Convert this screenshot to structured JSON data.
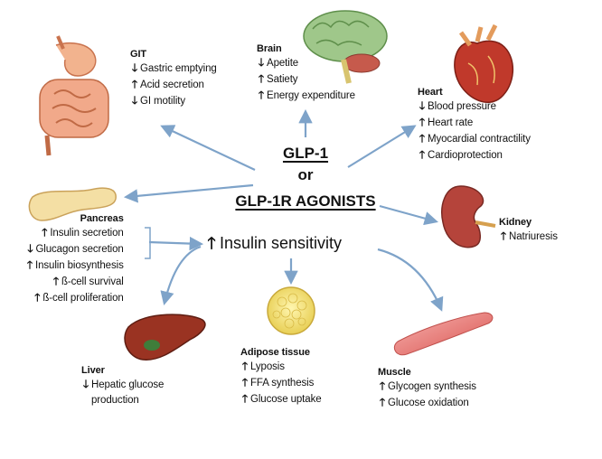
{
  "center": {
    "line1": "GLP-1",
    "line2": "or",
    "line3": "GLP-1R AGONISTS"
  },
  "insulin_sensitivity": {
    "arrow": "up",
    "text": "Insulin sensitivity"
  },
  "organs": {
    "git": {
      "title": "GIT",
      "effects": [
        {
          "arrow": "down",
          "text": "Gastric emptying"
        },
        {
          "arrow": "up",
          "text": "Acid secretion"
        },
        {
          "arrow": "down",
          "text": "GI motility"
        }
      ]
    },
    "brain": {
      "title": "Brain",
      "effects": [
        {
          "arrow": "down",
          "text": "Apetite"
        },
        {
          "arrow": "up",
          "text": "Satiety"
        },
        {
          "arrow": "up",
          "text": "Energy expenditure"
        }
      ]
    },
    "heart": {
      "title": "Heart",
      "effects": [
        {
          "arrow": "down",
          "text": "Blood pressure"
        },
        {
          "arrow": "up",
          "text": "Heart rate"
        },
        {
          "arrow": "up",
          "text": "Myocardial contractility"
        },
        {
          "arrow": "up",
          "text": "Cardioprotection"
        }
      ]
    },
    "kidney": {
      "title": "Kidney",
      "effects": [
        {
          "arrow": "up",
          "text": "Natriuresis"
        }
      ]
    },
    "pancreas": {
      "title": "Pancreas",
      "effects": [
        {
          "arrow": "up",
          "text": "Insulin secretion"
        },
        {
          "arrow": "down",
          "text": "Glucagon secretion"
        },
        {
          "arrow": "up",
          "text": "Insulin biosynthesis"
        },
        {
          "arrow": "up",
          "text": "ß-cell survival"
        },
        {
          "arrow": "up",
          "text": "ß-cell proliferation"
        }
      ]
    },
    "liver": {
      "title": "Liver",
      "effects": [
        {
          "arrow": "down",
          "text": "Hepatic glucose"
        },
        {
          "arrow": "none",
          "text": "production"
        }
      ]
    },
    "adipose": {
      "title": "Adipose tissue",
      "effects": [
        {
          "arrow": "up",
          "text": "Lyposis"
        },
        {
          "arrow": "up",
          "text": "FFA synthesis"
        },
        {
          "arrow": "up",
          "text": "Glucose uptake"
        }
      ]
    },
    "muscle": {
      "title": "Muscle",
      "effects": [
        {
          "arrow": "up",
          "text": "Glycogen synthesis"
        },
        {
          "arrow": "up",
          "text": "Glucose oxidation"
        }
      ]
    }
  },
  "colors": {
    "connector_arrow": "#7ea3c9",
    "text": "#111111"
  },
  "icons": {
    "git": "digestive-tract-icon",
    "brain": "brain-icon",
    "heart": "heart-icon",
    "kidney": "kidney-icon",
    "pancreas": "pancreas-icon",
    "liver": "liver-icon",
    "adipose": "adipose-cell-icon",
    "muscle": "muscle-fiber-icon"
  }
}
